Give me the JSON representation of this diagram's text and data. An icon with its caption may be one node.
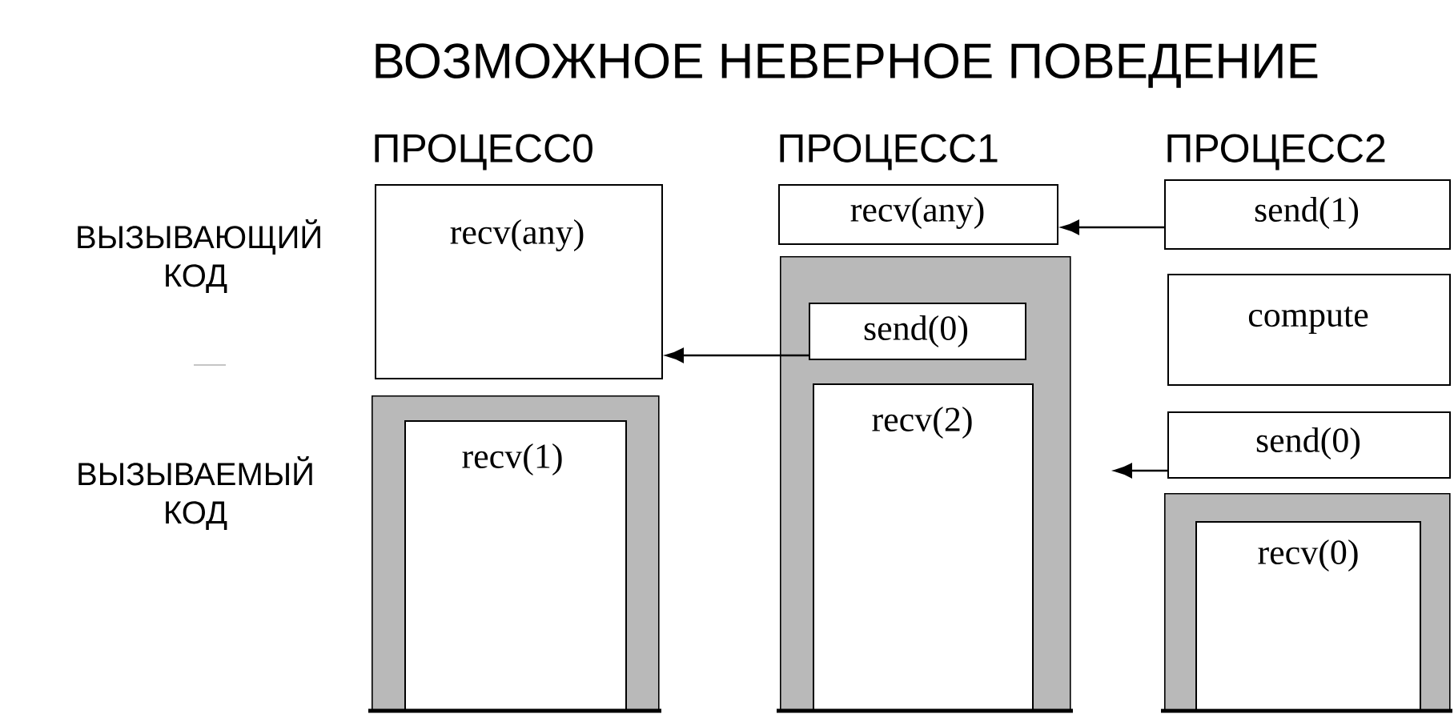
{
  "diagram": {
    "title": "ВОЗМОЖНОЕ НЕВЕРНОЕ ПОВЕДЕНИЕ",
    "nodes": [
      {
        "text": [
          "recv(any)"
        ]
      },
      {
        "text": [
          "recv(1)"
        ]
      },
      {
        "text": [
          "recv(any)"
        ]
      },
      {
        "text": [
          "recv(2)"
        ]
      },
      {
        "text": [
          "send(0)"
        ],
        "in": 3
      },
      {
        "text": [
          "send(1)"
        ]
      },
      {
        "text": [
          "compute"
        ]
      },
      {
        "text": [
          "send(0)"
        ]
      },
      {
        "text": [
          "recv(0)"
        ]
      }
    ],
    "edges": [
      {
        "from": 5,
        "to": 2,
        "arrow": "to"
      },
      {
        "from": 4,
        "to": 0,
        "arrow": "to"
      },
      {
        "from": 7,
        "to": null,
        "arrow": "to"
      }
    ],
    "labels": [
      "ПРОЦЕСС0",
      "ПРОЦЕСС1",
      "ПРОЦЕСС2",
      "ВЫЗЫВАЮЩИЙ КОД",
      "ВЫЗЫВАЕМЫЙ КОД"
    ]
  }
}
